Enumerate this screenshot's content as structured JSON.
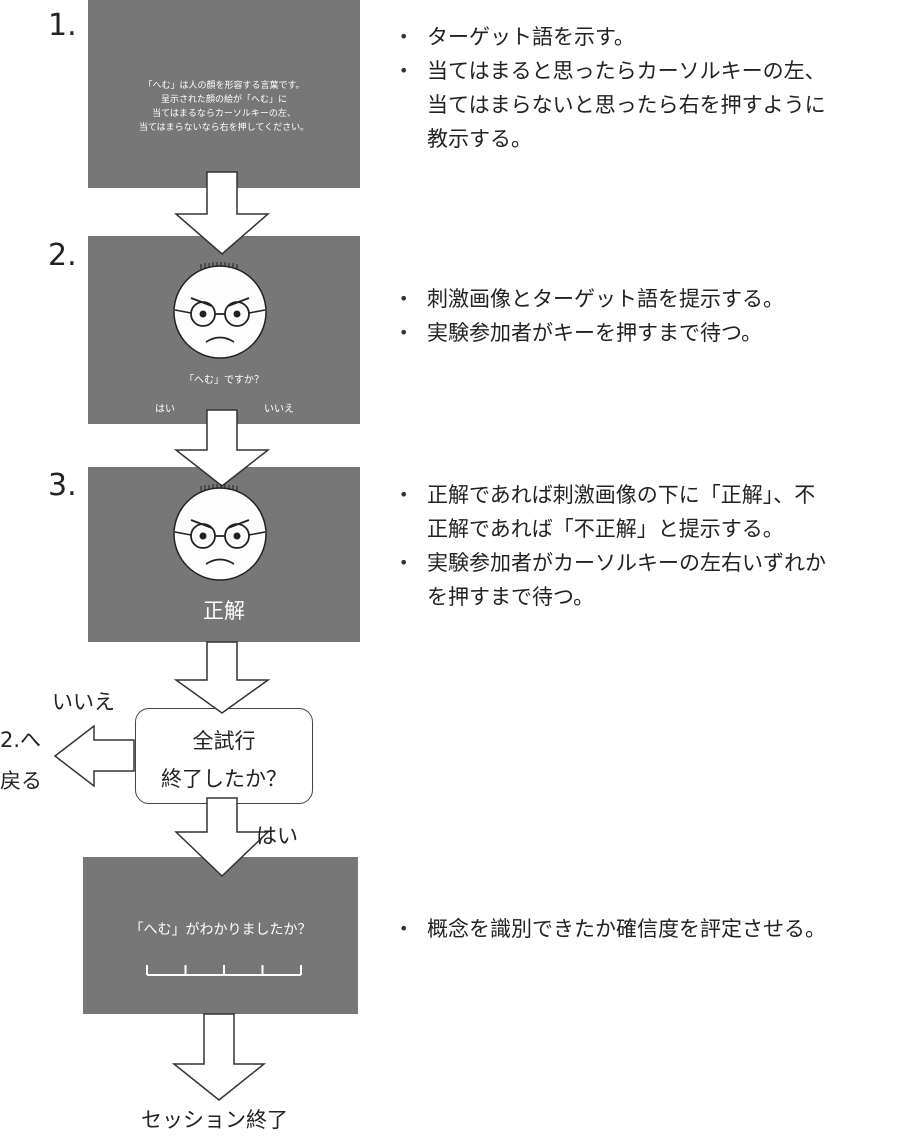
{
  "steps": [
    {
      "number": "1.",
      "screen_lines": [
        "「へむ」は人の顔を形容する言葉です。",
        "呈示された顔の絵が「へむ」に",
        "当てはまるならカーソルキーの左、",
        "当てはまらないなら右を押してください。"
      ],
      "bullets": [
        "ターゲット語を示す。",
        "当てはまると思ったらカーソルキーの左、",
        "当てはまらないと思ったら右を押すように",
        "教示する。"
      ]
    },
    {
      "number": "2.",
      "screen_question": "「へむ」ですか？",
      "screen_yes": "はい",
      "screen_no": "いいえ",
      "bullets": [
        "刺激画像とターゲット語を提示する。",
        "実験参加者がキーを押すまで待つ。"
      ]
    },
    {
      "number": "3.",
      "screen_result": "正解",
      "bullets": [
        "正解であれば刺激画像の下に「正解」、不",
        "正解であれば「不正解」と提示する。",
        "実験参加者がカーソルキーの左右いずれか",
        "を押すまで待つ。"
      ]
    }
  ],
  "decision": {
    "line1": "全試行",
    "line2": "終了したか？",
    "no_label": "いいえ",
    "back_line1": "2.へ",
    "back_line2": "戻る",
    "yes_label": "はい"
  },
  "rating": {
    "question": "「へむ」がわかりましたか？",
    "scale_points": 5,
    "bullet": "概念を識別できたか確信度を評定させる。"
  },
  "end_label": "セッション終了",
  "colors": {
    "screen": "#777777",
    "screen_text": "#ffffff",
    "line": "#333333"
  }
}
